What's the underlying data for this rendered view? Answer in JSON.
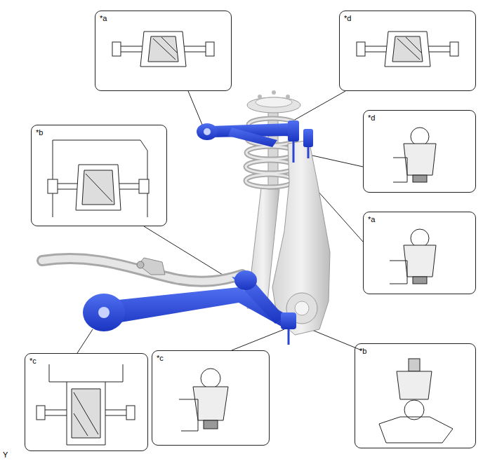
{
  "diagram": {
    "nodes": [
      {
        "text": [
          "*a"
        ]
      },
      {
        "text": [
          "*d"
        ]
      },
      {
        "text": [
          "*b"
        ]
      },
      {
        "text": [
          "*d"
        ]
      },
      {
        "text": [
          "*a"
        ]
      },
      {
        "text": [
          "*c"
        ]
      },
      {
        "text": [
          "*c"
        ]
      },
      {
        "text": [
          "*b"
        ]
      }
    ],
    "labels": [
      "Y"
    ]
  }
}
